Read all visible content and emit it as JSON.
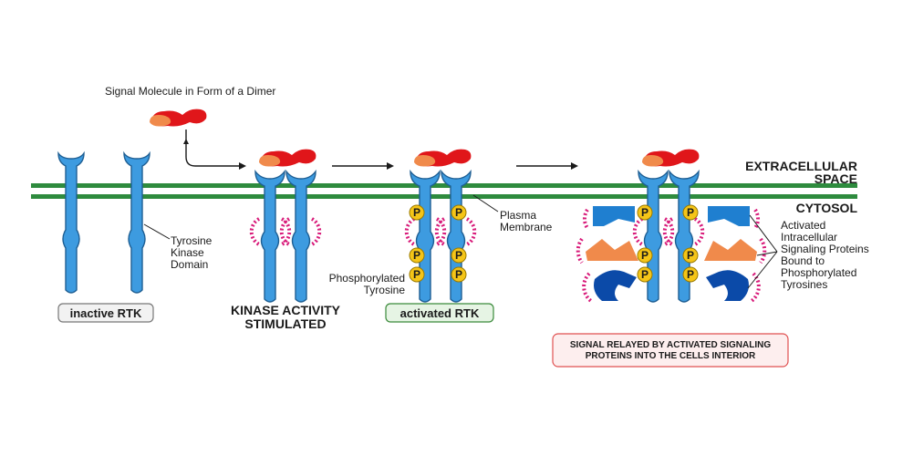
{
  "labels": {
    "signal_molecule": "Signal Molecule in Form of a Dimer",
    "extracellular_1": "EXTRACELLULAR",
    "extracellular_2": "SPACE",
    "cytosol": "CYTOSOL",
    "tyrosine_1": "Tyrosine",
    "tyrosine_2": "Kinase",
    "tyrosine_3": "Domain",
    "plasma_1": "Plasma",
    "plasma_2": "Membrane",
    "phospho_1": "Phosphorylated",
    "phospho_2": "Tyrosine",
    "kinase_1": "KINASE ACTIVITY",
    "kinase_2": "STIMULATED",
    "activated_1": "Activated",
    "activated_2": "Intracellular",
    "activated_3": "Signaling Proteins",
    "activated_4": "Bound to",
    "activated_5": "Phosphorylated",
    "activated_6": "Tyrosines",
    "p_letter": "P"
  },
  "tags": {
    "inactive": "inactive RTK",
    "activated": "activated RTK"
  },
  "note": {
    "line1": "SIGNAL RELAYED BY ACTIVATED SIGNALING",
    "line2": "PROTEINS INTO THE CELLS INTERIOR"
  },
  "colors": {
    "receptor": "#3d9be0",
    "receptor_stroke": "#1f5f93",
    "membrane": "#2e8b3e",
    "signal_red": "#e0161a",
    "signal_orange": "#f08a4b",
    "phosphate": "#f5c518",
    "magenta": "#d81b7a",
    "dark_blue": "#0b4aa8",
    "inactive_tag_bg": "#f2f2f2",
    "activated_tag_bg": "#e6f4e4",
    "note_bg": "#fdeeee",
    "note_border": "#e05050"
  }
}
